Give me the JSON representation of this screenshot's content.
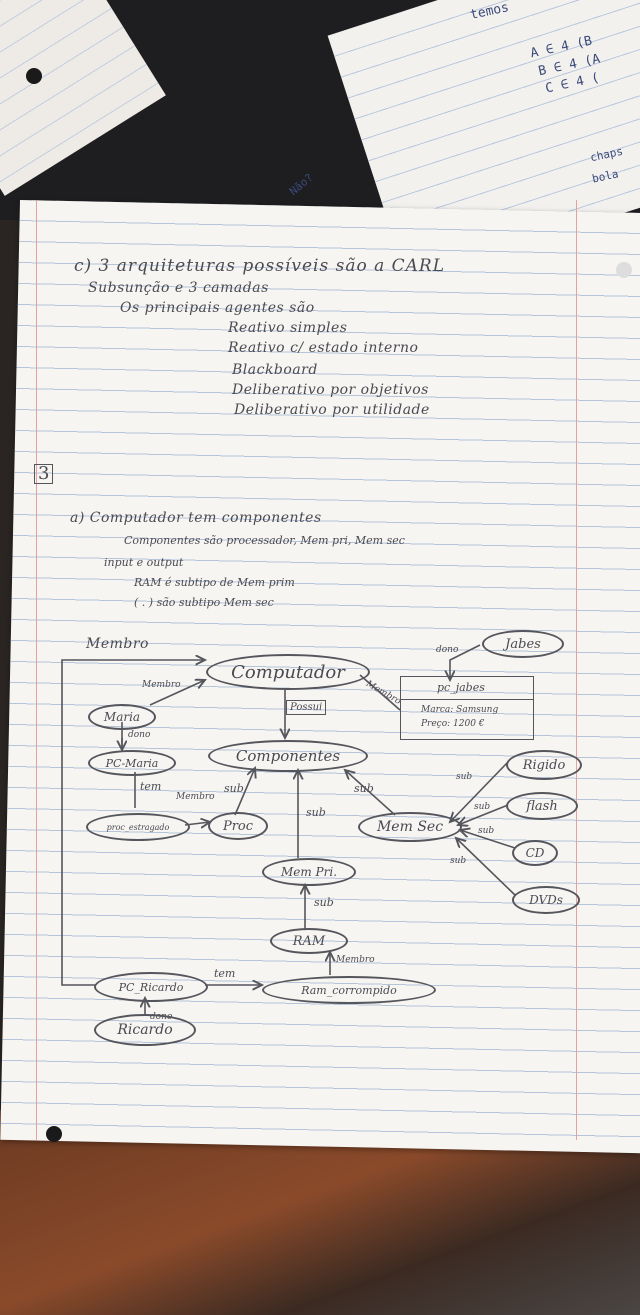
{
  "background": {
    "top_right_note": [
      "temos",
      "A ∈ 4 (B",
      "B ∈ 4 (A",
      "C ∈ 4 ("
    ],
    "side_note": [
      "chaps",
      "bola"
    ],
    "diagonal_scribble": "Não?"
  },
  "section_c": {
    "lines": [
      "c) 3 arquiteturas possíveis são a CARL",
      "Subsunção e 3 camadas",
      "Os principais agentes são",
      "Reativo simples",
      "Reativo c/ estado interno",
      "Blackboard",
      "Deliberativo por objetivos",
      "Deliberativo por utilidade"
    ]
  },
  "section_3": {
    "number": "3",
    "lines": [
      "a) Computador tem componentes",
      "Componentes são processador, Mem pri, Mem sec",
      "input e output",
      "RAM é subtipo de Mem prim",
      "( . )   são subtipo   Mem sec"
    ]
  },
  "diagram": {
    "nodes": {
      "computador": "Computador",
      "componentes": "Componentes",
      "mem_sec": "Mem Sec",
      "mem_pri": "Mem Pri.",
      "ram": "RAM",
      "proc": "Proc",
      "proc_estragado": "proc_estragado",
      "maria": "Maria",
      "pc_maria": "PC-Maria",
      "pc_ricardo": "PC_Ricardo",
      "ricardo": "Ricardo",
      "ram_corrompido": "Ram_corrompido",
      "jabes": "Jabes",
      "rigido": "Rigido",
      "flash": "flash",
      "cd": "CD",
      "dvds": "DVDs",
      "pc_jabes": "pc_jabes"
    },
    "boxes": {
      "possui": "Possui",
      "pc_jabes_details": [
        "Marca: Samsung",
        "Preço: 1200 €"
      ]
    },
    "edge_labels": {
      "membro_top": "Membro",
      "membro_maria": "Membro",
      "dono_maria": "dono",
      "tem_maria": "tem",
      "membro_proc": "Membro",
      "sub_proc": "sub",
      "sub_mem_pri": "sub",
      "sub_mem_sec": "sub",
      "membro_jabes": "Membro",
      "dono_jabes": "dono",
      "sub_rigido": "sub",
      "sub_flash": "sub",
      "sub_cd": "sub",
      "sub_dvds": "sub",
      "sub_ram": "sub",
      "membro_ram": "Membro",
      "tem_ricardo": "tem",
      "dono_ricardo": "dono"
    }
  }
}
